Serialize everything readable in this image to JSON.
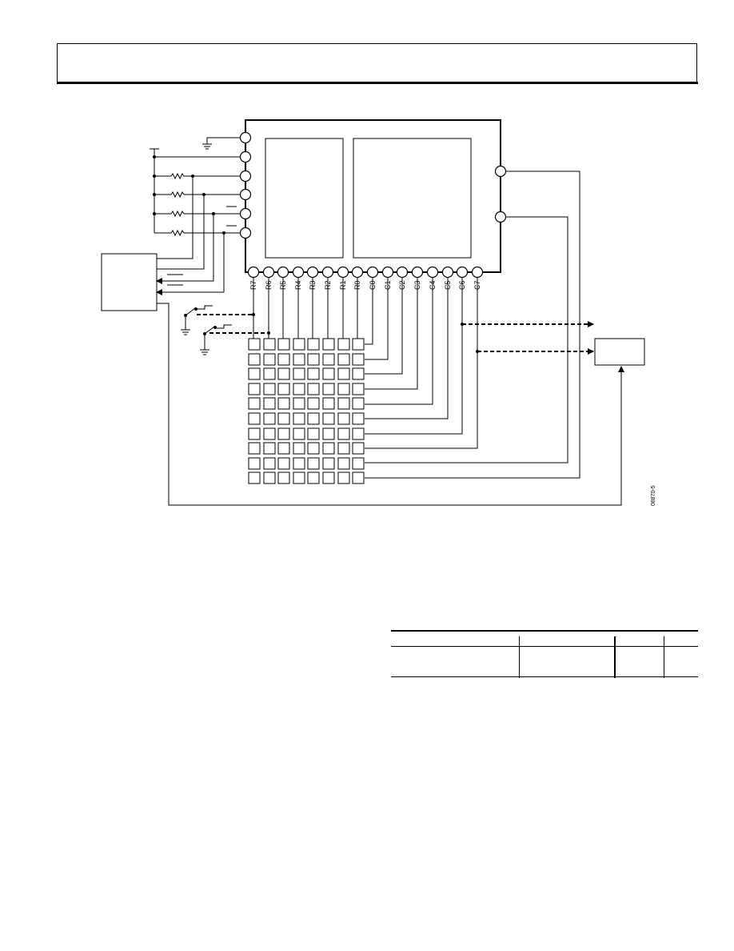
{
  "header": {
    "title": ""
  },
  "schematic": {
    "pin_labels": [
      "R7",
      "R6",
      "R5",
      "R4",
      "R3",
      "R2",
      "R1",
      "R0",
      "C0",
      "C1",
      "C2",
      "C3",
      "C4",
      "C5",
      "C6",
      "C7"
    ],
    "figure_id": "08870-5",
    "matrix": {
      "rows": 10,
      "cols": 8
    },
    "colors": {
      "stroke": "#000000",
      "background": "#ffffff"
    }
  },
  "table": {
    "columns": 4,
    "rows": 1
  }
}
